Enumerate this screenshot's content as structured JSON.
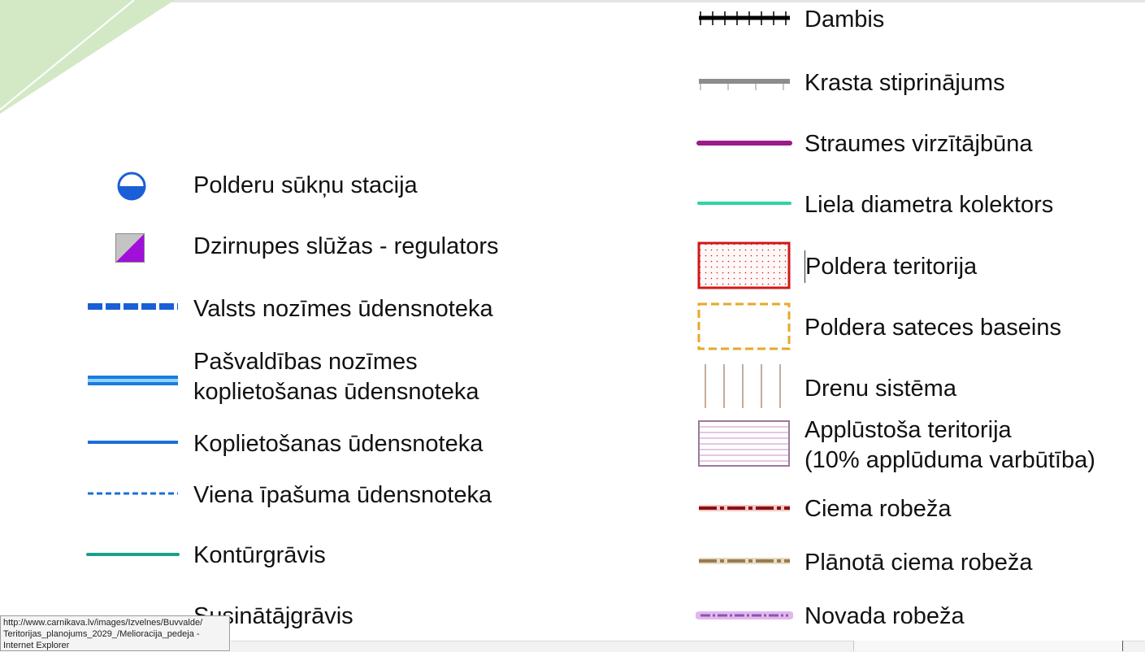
{
  "legend": {
    "left": [
      {
        "label": "Polderu sūkņu stacija",
        "icon": "half-filled-circle-icon"
      },
      {
        "label": "Dzirnupes slūžas - regulators",
        "icon": "diagonal-square-icon"
      },
      {
        "label": "Valsts nozīmes ūdensnoteka",
        "icon": "thick-dashed-blue-line"
      },
      {
        "label": "Pašvaldības nozīmes",
        "label2": "koplietošanas ūdensnoteka",
        "icon": "double-blue-line"
      },
      {
        "label": "Koplietošanas ūdensnoteka",
        "icon": "solid-blue-line"
      },
      {
        "label": "Viena īpašuma ūdensnoteka",
        "icon": "thin-dashed-blue-line"
      },
      {
        "label": "Kontūrgrāvis",
        "icon": "teal-line"
      },
      {
        "label": "Susinātājgrāvis",
        "icon": "drain-ditch-line"
      }
    ],
    "right": [
      {
        "label": "Dambis",
        "icon": "hatched-black-line"
      },
      {
        "label": "Krasta stiprinājums",
        "icon": "gray-ticked-line"
      },
      {
        "label": "Straumes virzītājbūna",
        "icon": "purple-line"
      },
      {
        "label": "Liela diametra kolektors",
        "icon": "turquoise-line"
      },
      {
        "label": "Poldera teritorija",
        "icon": "red-dotted-box"
      },
      {
        "label": "Poldera sateces baseins",
        "icon": "orange-dashed-box"
      },
      {
        "label": "Drenu sistēma",
        "icon": "vertical-lines"
      },
      {
        "label": "Applūstoša teritorija",
        "label2": "(10% applūduma varbūtība)",
        "icon": "striped-box"
      },
      {
        "label": "Ciema robeža",
        "icon": "dark-red-dash-dot-line"
      },
      {
        "label": "Plānotā ciema robeža",
        "icon": "brown-dash-dot-line"
      },
      {
        "label": "Novada robeža",
        "icon": "lilac-dash-dot-line"
      }
    ]
  },
  "status_bar": {
    "line1": "http://www.carnikava.lv/images/Izvelnes/Buvvalde/",
    "line2": "Teritorijas_planojums_2029_/Melioracija_pedeja -",
    "line3": "Internet Explorer"
  },
  "colors": {
    "blue": "#1a5fd6",
    "teal": "#18a08a",
    "purple": "#9b1a8c",
    "turquoise": "#2ed3a6",
    "red": "#d01818",
    "orange": "#e6a82a",
    "corner_green": "#cfe7c2"
  }
}
